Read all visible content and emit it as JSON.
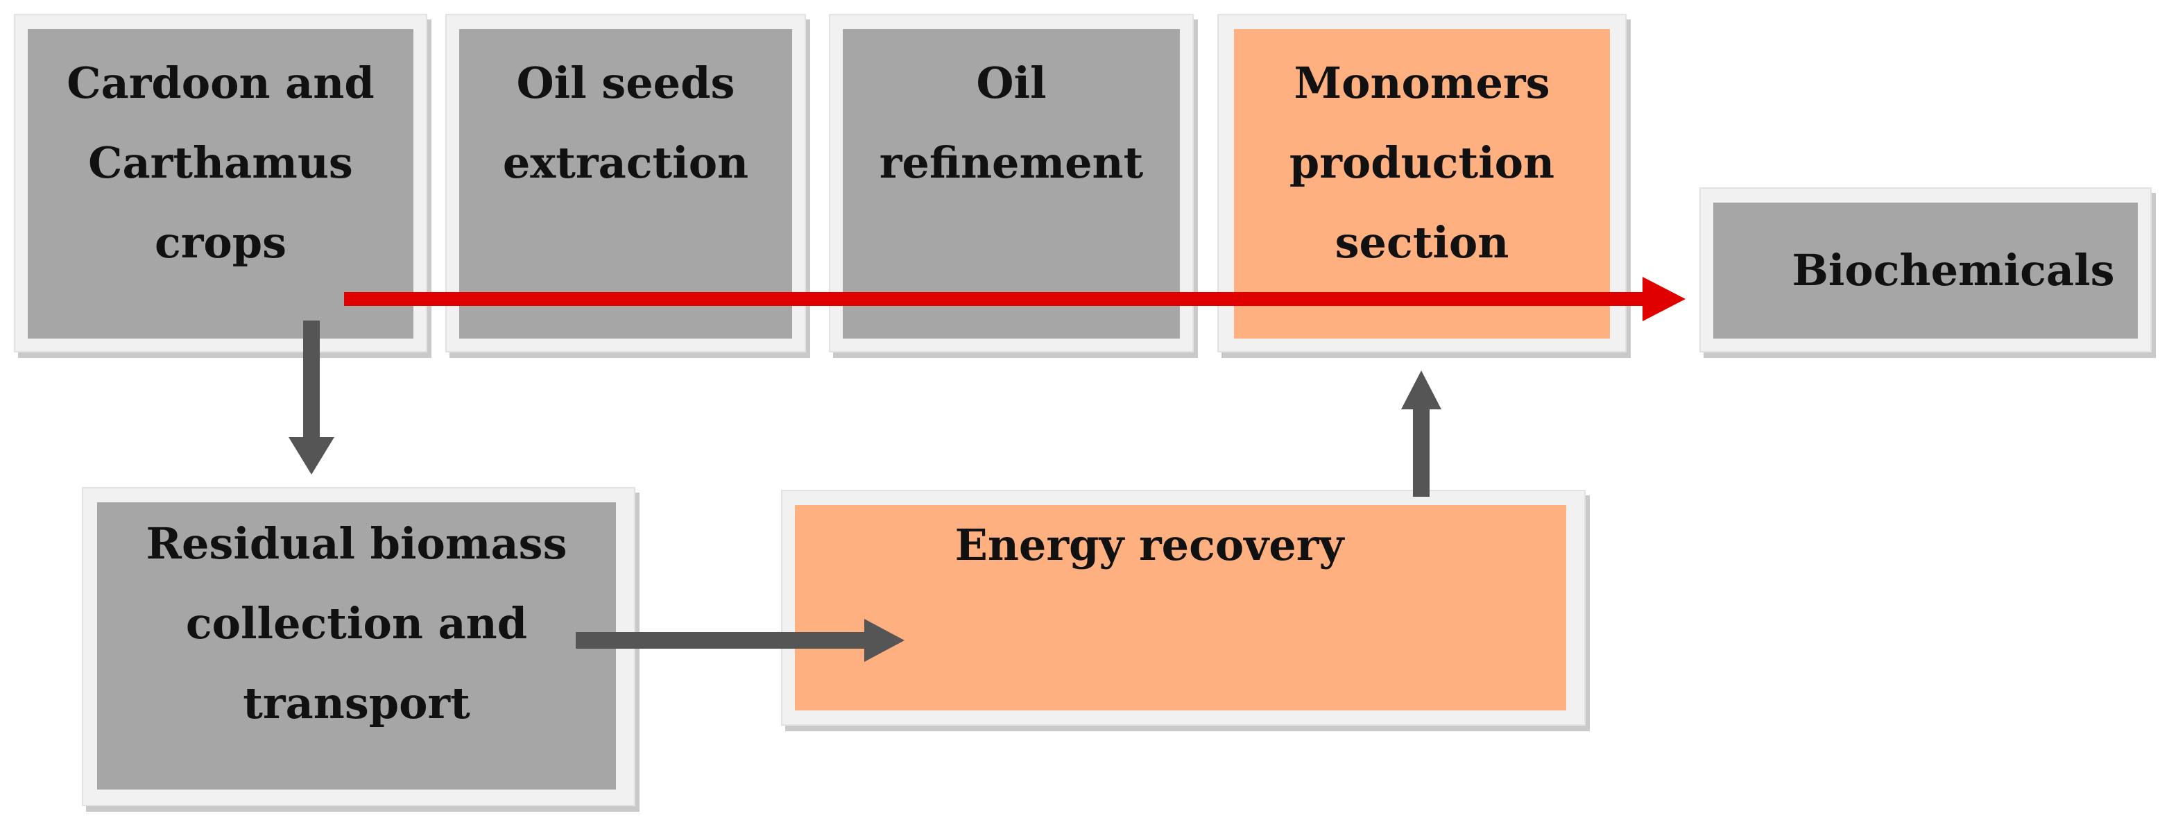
{
  "nodes": {
    "cardoon": {
      "lines": [
        "Cardoon and",
        "Carthamus",
        "crops"
      ]
    },
    "oil_seeds": {
      "lines": [
        "Oil seeds",
        "extraction"
      ]
    },
    "oil_refinement": {
      "lines": [
        "Oil",
        "refinement"
      ]
    },
    "monomers": {
      "lines": [
        "Monomers",
        "production",
        "section"
      ]
    },
    "biochemicals": {
      "lines": [
        "Biochemicals"
      ]
    },
    "residual": {
      "lines": [
        "Residual biomass",
        "collection and",
        "transport"
      ]
    },
    "energy": {
      "lines": [
        "Energy recovery"
      ]
    }
  },
  "colors": {
    "gray_fill": "#a6a6a6",
    "peach_fill": "#ffb081",
    "main_arrow": "#e00000",
    "side_arrow": "#555555"
  }
}
